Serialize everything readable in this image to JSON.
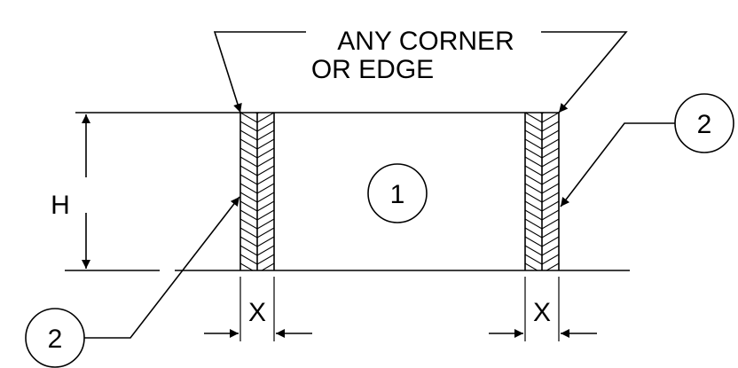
{
  "callout": {
    "line1": "ANY CORNER",
    "line2": "OR EDGE"
  },
  "balloons": {
    "center": "1",
    "top_right": "2",
    "bottom_left": "2"
  },
  "dimensions": {
    "height": "H",
    "width_left": "X",
    "width_right": "X"
  }
}
